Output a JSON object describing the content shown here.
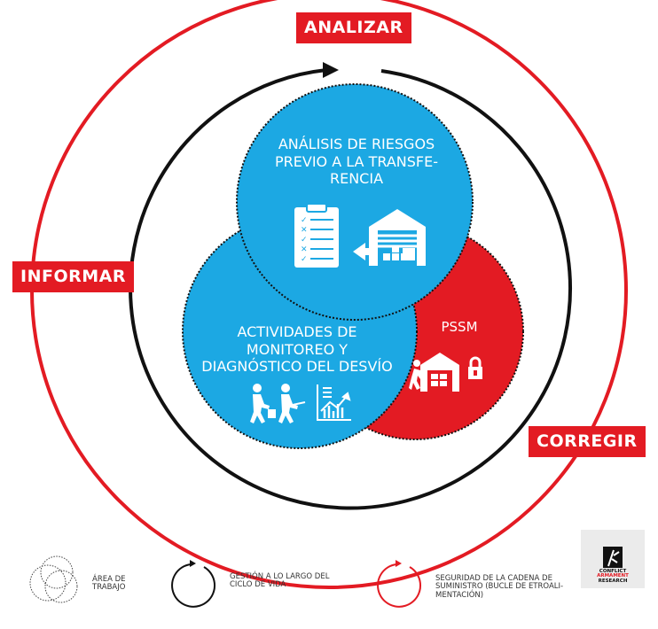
{
  "labels": {
    "analizar": "ANALIZAR",
    "informar": "INFORMAR",
    "corregir": "CORREGIR"
  },
  "circles": {
    "top": [
      "ANÁLISIS DE RIESGOS",
      "PREVIO A LA TRANSFE-",
      "RENCIA"
    ],
    "left": [
      "ACTIVIDADES DE",
      "MONITOREO Y",
      "DIAGNÓSTICO DEL DESVÍO"
    ],
    "right": [
      "PSSM"
    ]
  },
  "legend": {
    "work_area": [
      "ÁREA DE",
      "TRABAJO"
    ],
    "lifecycle": [
      "GESTIÓN A LO LARGO DEL",
      "CICLO DE VIDA"
    ],
    "supply_chain": [
      "SEGURIDAD DE LA CADENA DE",
      "SUMINISTRO  (BUCLE DE ETROALI-",
      "MENTACIÓN)"
    ]
  },
  "logo": {
    "line1": "CONFLICT",
    "line2": "ARMAMENT",
    "line3": "RESEARCH"
  },
  "colors": {
    "red": "#e31b23",
    "blue": "#1ca8e3",
    "black": "#111111",
    "white": "#ffffff"
  },
  "icons": [
    "checklist-icon",
    "warehouse-transfer-icon",
    "people-monitoring-icon",
    "chart-icon",
    "warehouse-lock-icon"
  ]
}
